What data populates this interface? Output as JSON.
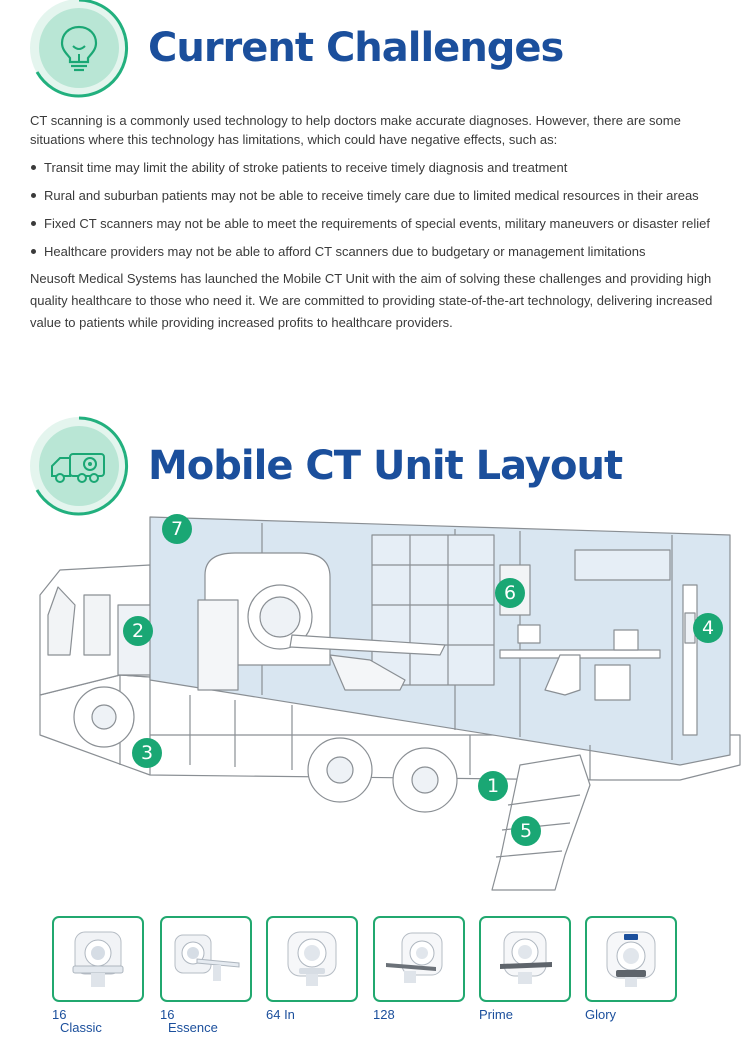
{
  "challenges": {
    "title": "Current Challenges",
    "icon": "lightbulb-icon",
    "intro": "CT scanning is a commonly used technology to help doctors make accurate diagnoses.  However, there are some situations where this technology has limitations, which could have negative effects, such as:",
    "bullets": [
      "Transit time may limit the ability of stroke patients to receive timely diagnosis and treatment",
      "Rural and suburban patients may not be able to receive timely care due to limited medical resources in their areas",
      "Fixed CT scanners may not be able to meet the requirements of special events, military maneuvers or disaster relief",
      "Healthcare providers may not be able to afford CT scanners due to budgetary or management limitations"
    ],
    "outro": "Neusoft Medical Systems has launched the Mobile CT Unit with the aim of solving these challenges and providing high quality healthcare to those who need it.  We are committed to providing state-of-the-art technology, delivering increased value to patients while providing increased profits to healthcare providers."
  },
  "layout": {
    "title": "Mobile CT Unit Layout",
    "icon": "truck-icon",
    "callouts": [
      "1",
      "2",
      "3",
      "4",
      "5",
      "6",
      "7"
    ]
  },
  "products": [
    {
      "line1": "16",
      "line2": "Classic"
    },
    {
      "line1": "16",
      "line2": "Essence"
    },
    {
      "line1": "64 In",
      "line2": ""
    },
    {
      "line1": "128",
      "line2": ""
    },
    {
      "line1": "Prime",
      "line2": ""
    },
    {
      "line1": "Glory",
      "line2": ""
    }
  ],
  "colors": {
    "heading": "#1b4f9c",
    "accent_green": "#1aa774",
    "badge_light": "#b9e6d5",
    "panel_blue": "#d9e6f1"
  }
}
